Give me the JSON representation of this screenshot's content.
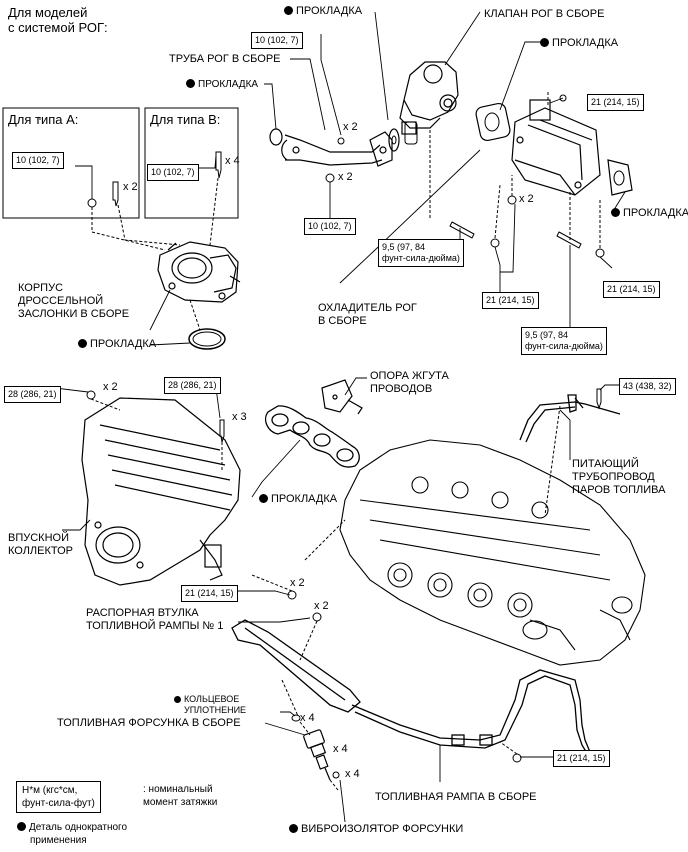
{
  "header": {
    "line1": "Для моделей",
    "line2": "с системой РОГ:"
  },
  "type_a": {
    "title": "Для типа A:",
    "torque": "10 (102, 7)",
    "qty": "x 2"
  },
  "type_b": {
    "title": "Для типа B:",
    "torque": "10 (102, 7)",
    "qty": "x 4"
  },
  "parts": {
    "gasket_top": "ПРОКЛАДКА",
    "egr_valve": "КЛАПАН РОГ В СБОРЕ",
    "gasket_egr_valve": "ПРОКЛАДКА",
    "egr_pipe": "ТРУБА РОГ В СБОРЕ",
    "gasket_pipe": "ПРОКЛАДКА",
    "gasket_cooler": "ПРОКЛАДКА",
    "egr_cooler": [
      "ОХЛАДИТЕЛЬ РОГ",
      "В СБОРЕ"
    ],
    "throttle_body": [
      "КОРПУС",
      "ДРОССЕЛЬНОЙ",
      "ЗАСЛОНКИ В СБОРЕ"
    ],
    "gasket_throttle": "ПРОКЛАДКА",
    "harness_bracket": [
      "ОПОРА ЖГУТА",
      "ПРОВОДОВ"
    ],
    "vapor_pipe": [
      "ПИТАЮЩИЙ",
      "ТРУБОПРОВОД",
      "ПАРОВ ТОПЛИВА"
    ],
    "gasket_manifold": "ПРОКЛАДКА",
    "intake_manifold": [
      "ВПУСКНОЙ",
      "КОЛЛЕКТОР"
    ],
    "spacer": [
      "РАСПОРНАЯ ВТУЛКА",
      "ТОПЛИВНОЙ РАМПЫ № 1"
    ],
    "o_ring": [
      "КОЛЬЦЕВОЕ",
      "УПЛОТНЕНИЕ"
    ],
    "injector": "ТОПЛИВНАЯ ФОРСУНКА В СБОРЕ",
    "fuel_rail": "ТОПЛИВНАЯ РАМПА В СБОРЕ",
    "insulator": "ВИБРОИЗОЛЯТОР ФОРСУНКИ"
  },
  "torques": {
    "egr_pipe_10": "10 (102, 7)",
    "egr_pipe_10_lower": "10 (102, 7)",
    "cooler_21_top": "21 (214, 15)",
    "cooler_21_right": "21 (214, 15)",
    "cooler_21_mid": "21 (214, 15)",
    "stud_9_5_a": [
      "9,5 (97, 84",
      "фунт-сила-дюйма)"
    ],
    "stud_9_5_b": [
      "9,5 (97, 84",
      "фунт-сила-дюйма)"
    ],
    "manifold_28_a": "28 (286, 21)",
    "manifold_28_b": "28 (286, 21)",
    "vapor_43": "43 (438, 32)",
    "manifold_21": "21 (214, 15)",
    "rail_21": "21 (214, 15)"
  },
  "quantities": {
    "pipe_bolt": "x 2",
    "pipe_nut": "x 2",
    "cooler_nut": "x 2",
    "manifold_nut": "x 2",
    "manifold_bolt": "x 3",
    "rail_bolt": "x 2",
    "spacer_qty": "x 2",
    "oring_qty": "x 4",
    "injector_qty": "x 4",
    "insulator_qty": "x 4"
  },
  "legend": {
    "unit": [
      "Н*м (кгс*см,",
      "фунт-сила-фут)"
    ],
    "unit_desc": [
      ": номинальный",
      "момент затяжки"
    ],
    "single_use": [
      "Деталь однократного",
      "применения"
    ]
  }
}
